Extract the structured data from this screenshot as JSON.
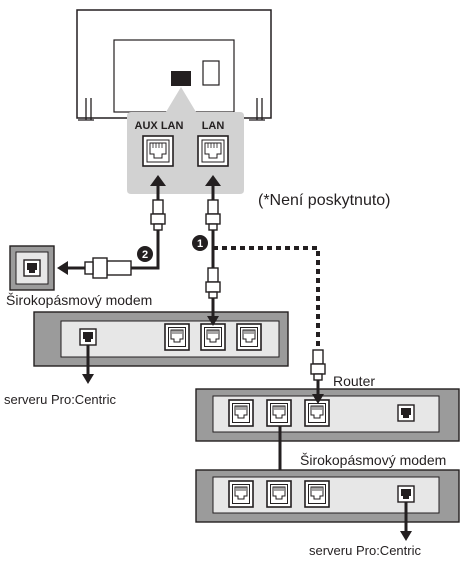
{
  "tv": {
    "ports": {
      "aux_lan": "AUX LAN",
      "lan": "LAN"
    }
  },
  "note": "(*Není poskytnuto)",
  "markers": {
    "one": "1",
    "two": "2"
  },
  "devices": {
    "modem_label": "Širokopásmový modem",
    "router_label": "Router",
    "modem2_label": "Širokopásmový modem"
  },
  "servers": {
    "left": "serveru Pro:Centric",
    "right": "serveru Pro:Centric"
  },
  "colors": {
    "line": "#231f20",
    "device_fill": "#9b9b9b",
    "device_inner": "#e7e7e7",
    "bubble": "#d2d2d2",
    "plug": "#ffffff"
  }
}
